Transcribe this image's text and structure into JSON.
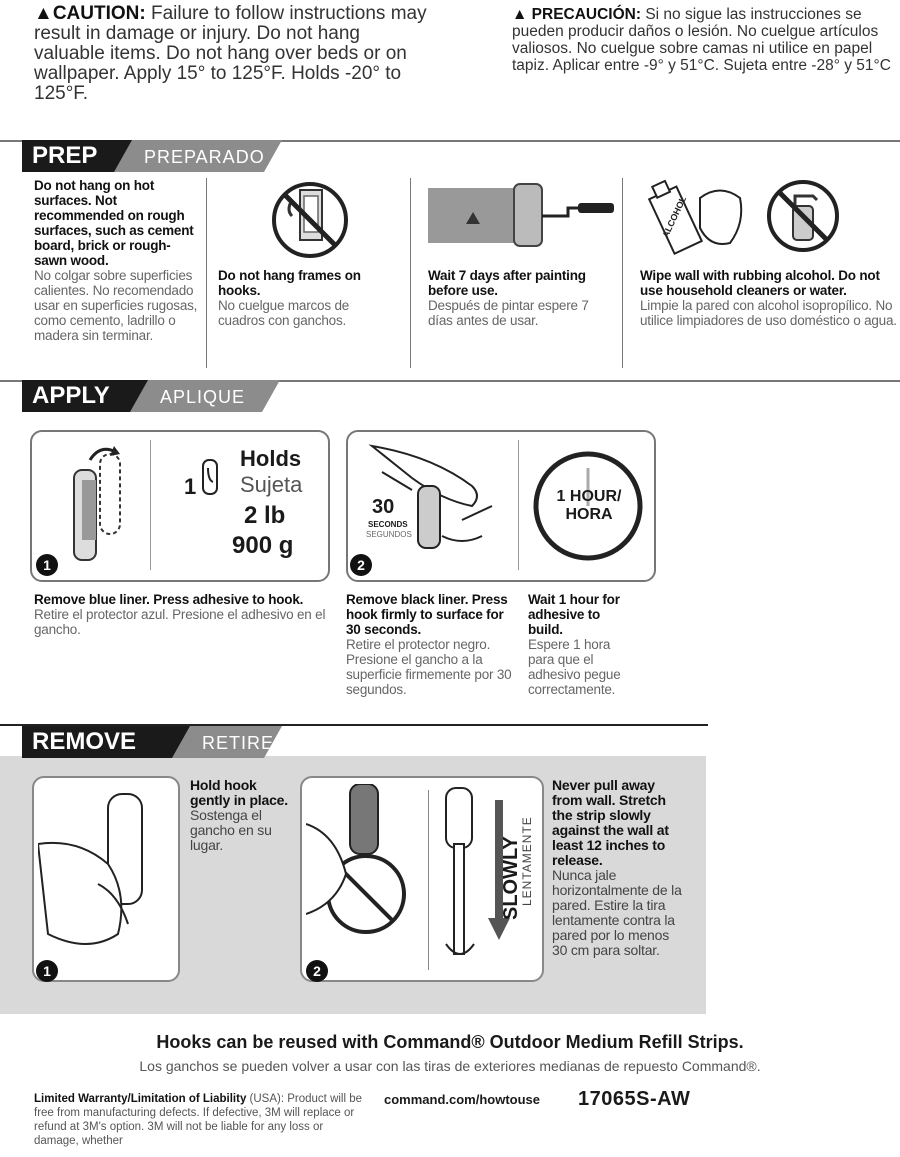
{
  "caution": {
    "en_label": "CAUTION:",
    "en_text": "Failure to follow instructions may result in damage or injury. Do not hang valuable items. Do not hang over beds or on wallpaper. Apply 15° to 125°F. Holds -20° to 125°F.",
    "es_label": "PRECAUCIÓN:",
    "es_text": "Si no sigue las instrucciones se pueden producir daños o lesión. No cuelgue artículos valiosos. No cuelgue sobre camas ni utilice en papel tapiz. Aplicar entre -9° y 51°C. Sujeta entre -28° y 51°C"
  },
  "prep": {
    "title": "PREP",
    "title_es": "PREPARADO",
    "items": [
      {
        "en": "Do not hang on hot surfaces. Not recommended on rough surfaces, such as cement board, brick or rough-sawn wood.",
        "es": "No colgar sobre superficies calientes. No recomendado usar en superficies rugosas, como cemento, ladrillo o madera sin terminar."
      },
      {
        "en": "Do not hang frames on hooks.",
        "es": "No cuelgue marcos de cuadros con ganchos."
      },
      {
        "en": "Wait 7 days after painting before use.",
        "es": "Después de pintar espere 7 días antes de usar."
      },
      {
        "en": "Wipe wall with rubbing alcohol. Do not use household cleaners or water.",
        "es": "Limpie la pared con alcohol isopropílico. No utilice limpiadores de uso doméstico o agua."
      }
    ],
    "alcohol_label": "ALCOHOL"
  },
  "apply": {
    "title": "APPLY",
    "title_es": "APLIQUE",
    "holds_count": "1",
    "holds_label": "Holds",
    "holds_label_es": "Sujeta",
    "holds_lb": "2 lb",
    "holds_g": "900 g",
    "seconds_value": "30",
    "seconds_label": "SECONDS",
    "seconds_label_es": "SEGUNDOS",
    "hour_label": "1 HOUR/",
    "hour_label_es": "HORA",
    "step1_num": "1",
    "step2_num": "2",
    "step1_en": "Remove blue liner. Press adhesive to hook.",
    "step1_es": "Retire el protector azul. Presione el adhesivo en el gancho.",
    "step2_en": "Remove black liner. Press hook firmly to surface for 30 seconds.",
    "step2_es": "Retire el protector negro. Presione el gancho a la superficie firmemente por 30 segundos.",
    "step3_en": "Wait 1 hour for adhesive to build.",
    "step3_es": "Espere 1 hora para que el adhesivo pegue correctamente."
  },
  "remove": {
    "title": "REMOVE",
    "title_es": "RETIRE",
    "step1_num": "1",
    "step2_num": "2",
    "step1_en": "Hold hook gently in place.",
    "step1_es": "Sostenga el gancho en su lugar.",
    "slowly": "SLOWLY",
    "slowly_es": "LENTAMENTE",
    "step2_en": "Never pull away from wall. Stretch the strip slowly against the wall at least 12 inches to release.",
    "step2_es": "Nunca jale horizontalmente de la pared. Estire la tira lentamente contra la pared por lo menos 30 cm para soltar."
  },
  "footer": {
    "reuse_en": "Hooks can be reused with Command® Outdoor Medium Refill Strips.",
    "reuse_es": "Los ganchos se pueden volver a usar con las tiras de exteriores medianas de repuesto Command®.",
    "warranty_title": "Limited Warranty/Limitation of Liability",
    "warranty_region": "(USA):",
    "warranty_text": "Product will be free from manufacturing defects. If defective, 3M will replace or refund at 3M's option. 3M will not be liable for any loss or damage, whether",
    "url": "command.com/howtouse",
    "code": "17065S-AW"
  }
}
